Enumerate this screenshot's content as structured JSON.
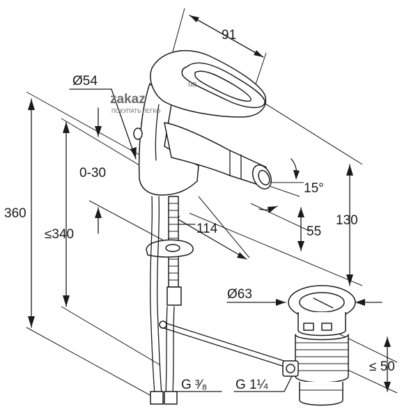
{
  "dimensions": {
    "d91": "91",
    "d54": "Ø54",
    "d0_30": "0-30",
    "d360": "360",
    "d340": "≤340",
    "d114": "114",
    "d15": "15°",
    "d55": "55",
    "d130": "130",
    "d63": "Ø63",
    "d50": "≤ 50",
    "thread_supply": "G ³⁄₈",
    "thread_waste": "G 1¼"
  },
  "watermark": {
    "brand": "zakaz",
    "domain": "ua",
    "tagline": "ПОКУПАТЬ ЛЕГКО"
  },
  "colors": {
    "line": "#1a1a1a",
    "background": "#ffffff",
    "watermark": "#6a6a6a"
  }
}
